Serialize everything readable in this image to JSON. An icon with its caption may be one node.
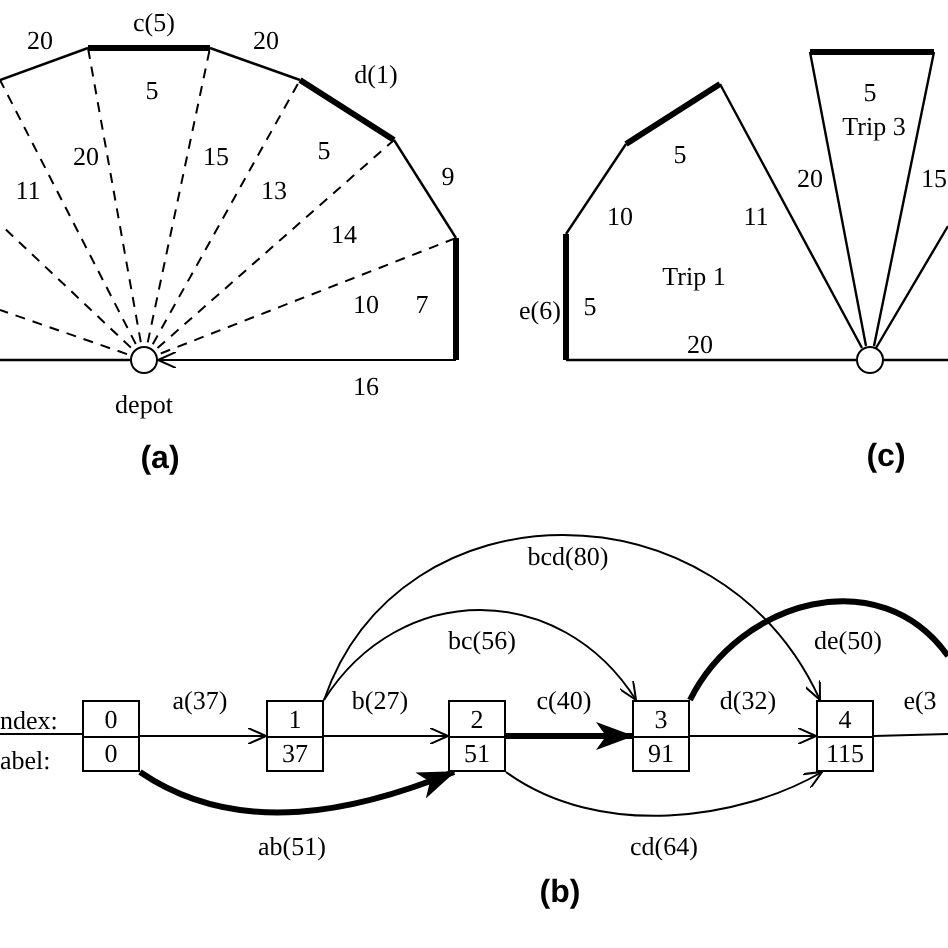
{
  "diagram": {
    "nodes": [
      {
        "text": [],
        "shape": "circle",
        "beside": [
          "depot"
        ]
      },
      {
        "text": [],
        "shape": "circle"
      },
      {
        "text": [
          "0",
          "0"
        ]
      },
      {
        "text": [
          "1",
          "37"
        ]
      },
      {
        "text": [
          "2",
          "51"
        ]
      },
      {
        "text": [
          "3",
          "91"
        ]
      },
      {
        "text": [
          "4",
          "115"
        ]
      }
    ],
    "edges": [
      {
        "from": null,
        "to": 0,
        "arrow": "to",
        "label": "16"
      },
      {
        "from": 2,
        "to": 3,
        "arrow": "to",
        "label": "a(37)"
      },
      {
        "from": 3,
        "to": 4,
        "arrow": "to",
        "label": "b(27)"
      },
      {
        "from": 4,
        "to": 5,
        "arrow": "to",
        "label": "c(40)",
        "style": "thick"
      },
      {
        "from": 5,
        "to": 6,
        "arrow": "to",
        "label": "d(32)"
      },
      {
        "from": 6,
        "to": null,
        "arrow": "none",
        "label": "e(3"
      },
      {
        "from": 3,
        "to": 6,
        "arrow": "to",
        "label": "bcd(80)"
      },
      {
        "from": 3,
        "to": 5,
        "arrow": "to",
        "label": "bc(56)"
      },
      {
        "from": 5,
        "to": null,
        "arrow": "none",
        "label": "de(50)",
        "style": "thick"
      },
      {
        "from": 2,
        "to": 4,
        "arrow": "to",
        "label": "ab(51)",
        "style": "thick"
      },
      {
        "from": 4,
        "to": 6,
        "arrow": "to",
        "label": "cd(64)"
      }
    ],
    "labels": [
      "20",
      "c(5)",
      "20",
      "d(1)",
      "5",
      "20",
      "15",
      "5",
      "11",
      "13",
      "9",
      "14",
      "10",
      "7",
      "(a)",
      "5",
      "10",
      "11",
      "Trip 1",
      "e(6)",
      "5",
      "20",
      "5",
      "Trip 3",
      "20",
      "15",
      "(c)",
      "ndex:",
      "abel:",
      "(b)"
    ]
  }
}
